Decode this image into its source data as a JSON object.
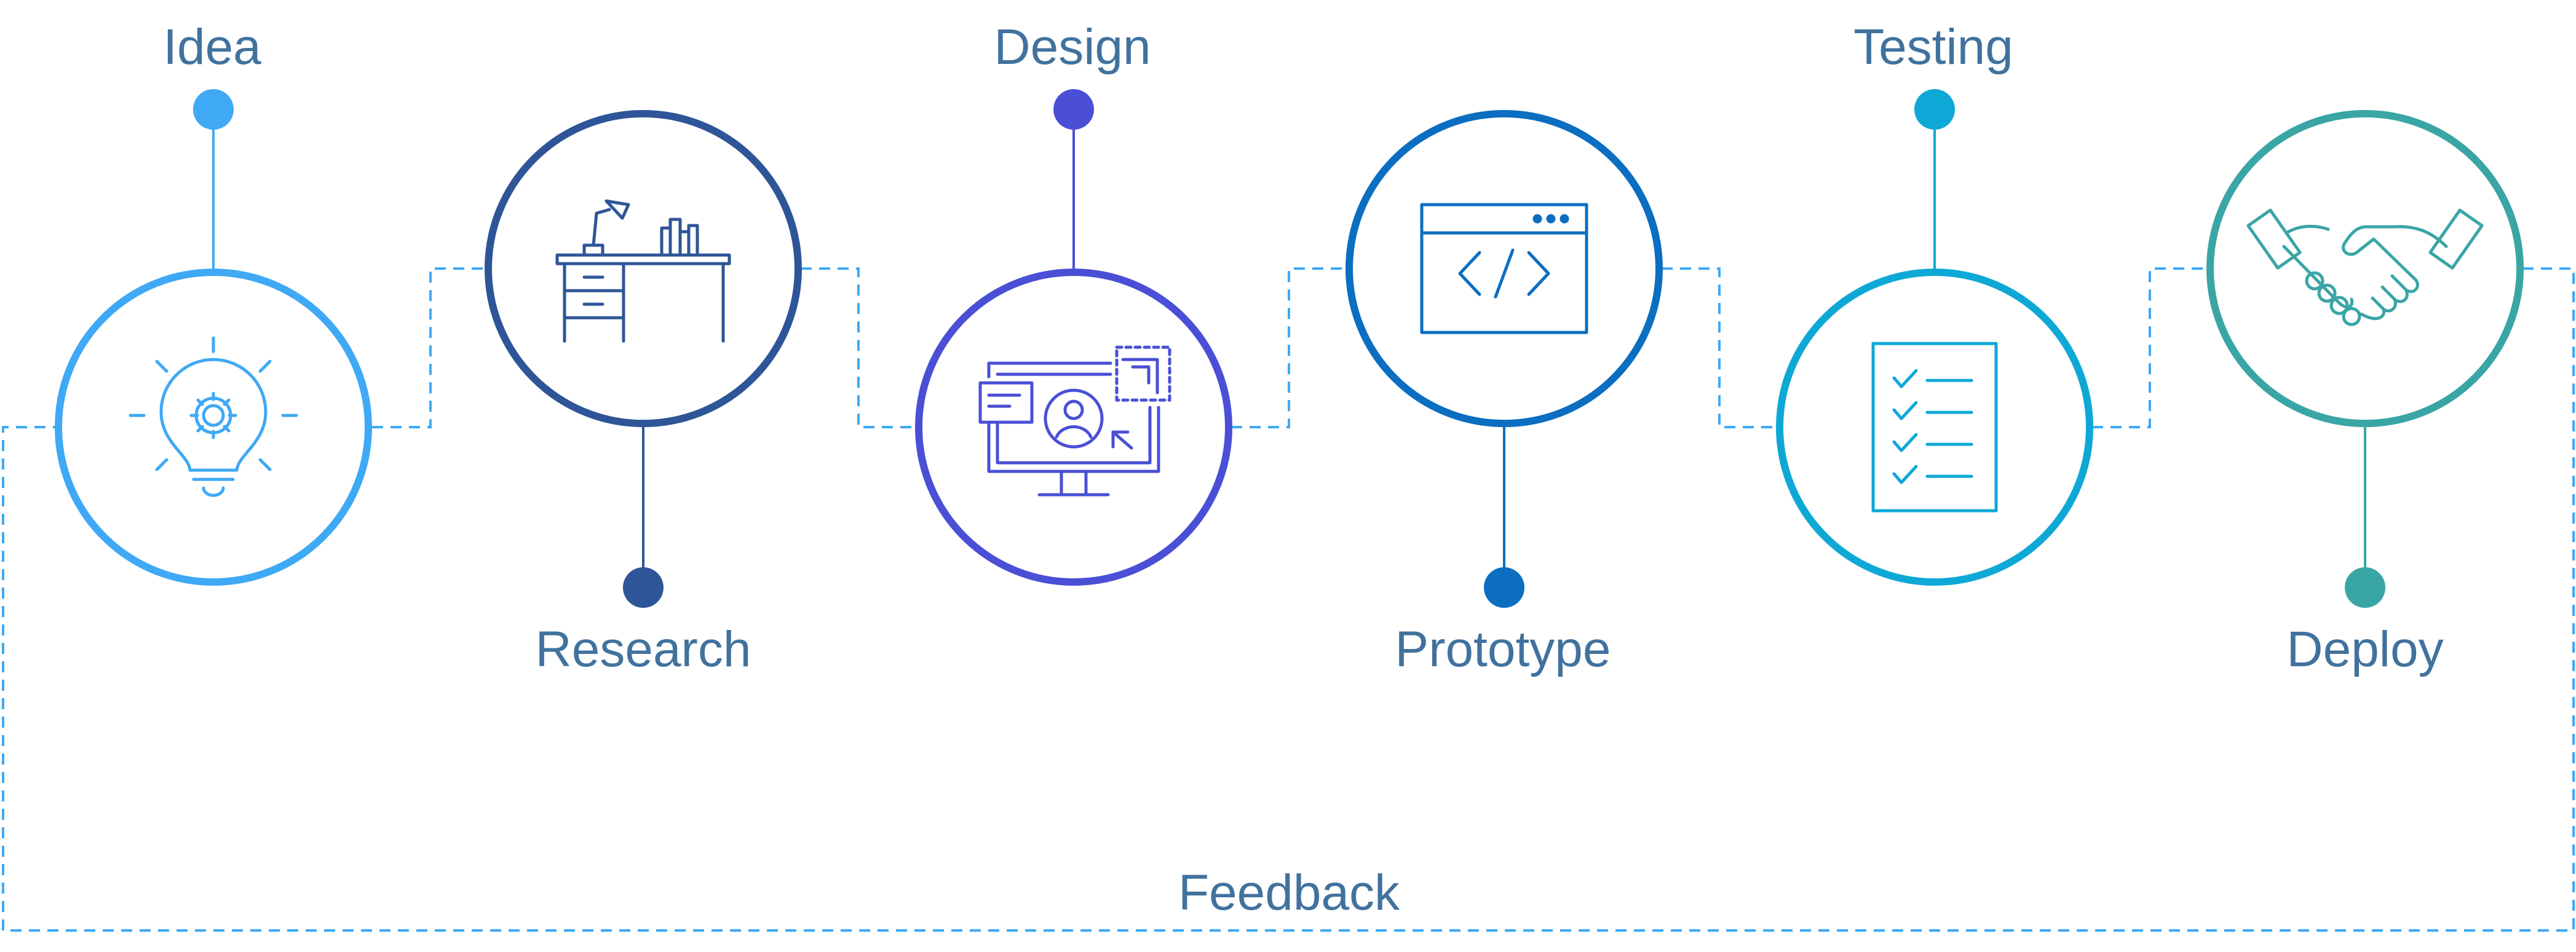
{
  "stages": [
    {
      "label": "Idea",
      "color": "#3fa9f5",
      "icon": "lightbulb-gear-icon"
    },
    {
      "label": "Research",
      "color": "#2e5597",
      "icon": "desk-lamp-icon"
    },
    {
      "label": "Design",
      "color": "#4a4fd6",
      "icon": "monitor-user-design-icon"
    },
    {
      "label": "Prototype",
      "color": "#0b6ec1",
      "icon": "code-window-icon"
    },
    {
      "label": "Testing",
      "color": "#0ea8d6",
      "icon": "checklist-icon"
    },
    {
      "label": "Deploy",
      "color": "#3aa5a5",
      "icon": "handshake-icon"
    }
  ],
  "feedback": {
    "label": "Feedback",
    "color": "#3fa9f5"
  },
  "label_color": "#41729e"
}
